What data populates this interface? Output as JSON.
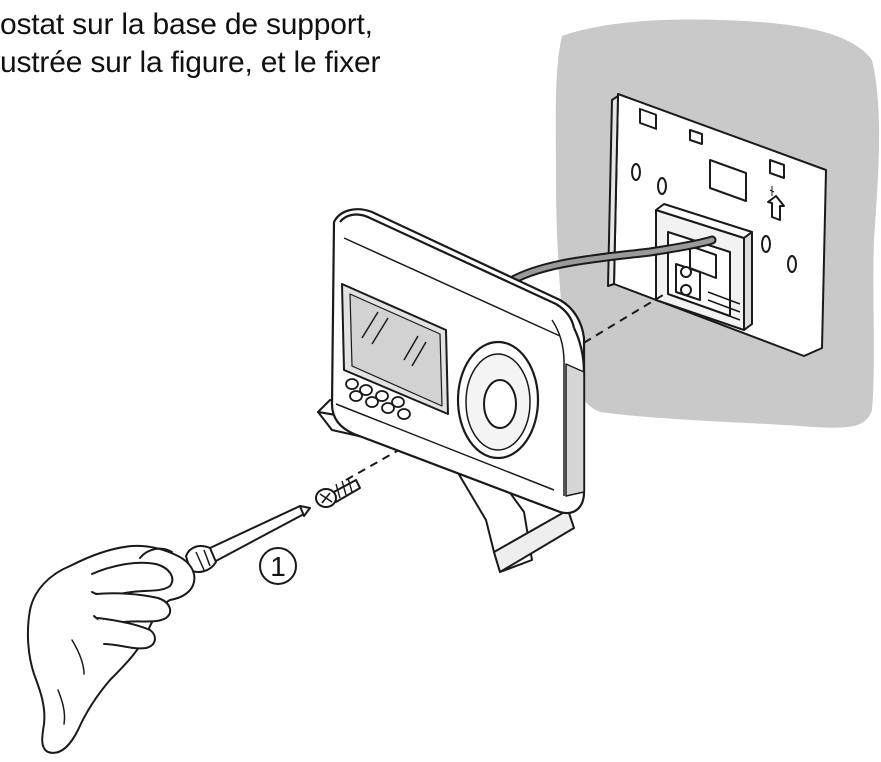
{
  "instruction": {
    "line1": "ostat sur la base de support,",
    "line2": "ustrée sur la figure, et le fixer"
  },
  "figure": {
    "callout_number": "1",
    "stroke_color": "#1a1a1a",
    "wall_color": "#c9c9c9"
  }
}
